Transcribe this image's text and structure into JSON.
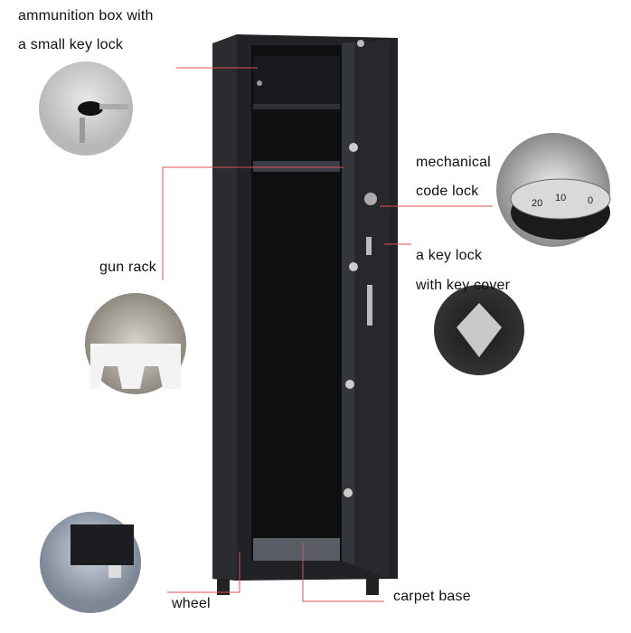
{
  "labels": {
    "ammo_line1": "ammunition box with",
    "ammo_line2": "a small key lock",
    "mech_line1": "mechanical",
    "mech_line2": "code  lock",
    "gun_rack": "gun  rack",
    "key_line1": "a  key lock",
    "key_line2": "with key cover",
    "wheel": "wheel",
    "carpet": "carpet  base"
  },
  "dial_numbers": [
    "20",
    "10",
    "0"
  ],
  "colors": {
    "callout_line": "#d9534f",
    "safe_body": "#1e2023",
    "carpet": "#5a5d66"
  }
}
